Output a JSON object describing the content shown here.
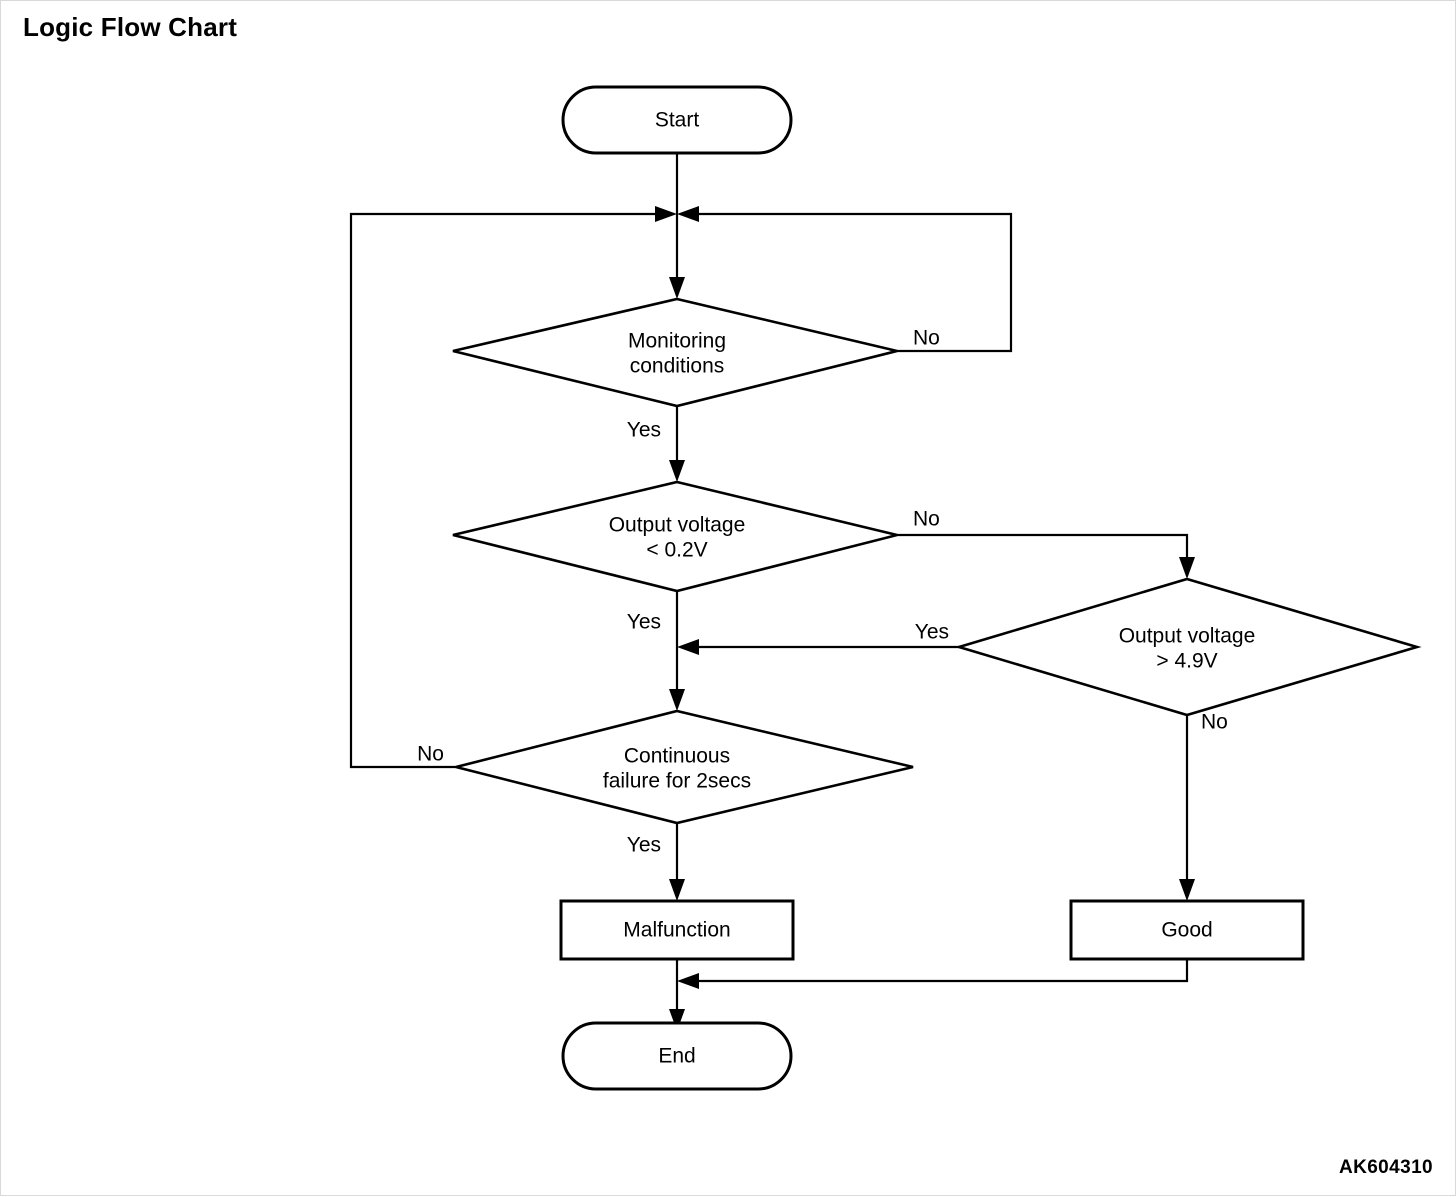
{
  "page": {
    "title": "Logic Flow Chart",
    "footer_code": "AK604310",
    "background_color": "#ffffff",
    "line_color": "#000000"
  },
  "chart_data": {
    "type": "diagram",
    "diagram_kind": "flowchart",
    "title": "Logic Flow Chart",
    "nodes": [
      {
        "id": "start",
        "shape": "stadium",
        "label": "Start"
      },
      {
        "id": "monitoring",
        "shape": "diamond",
        "label_line1": "Monitoring",
        "label_line2": "conditions"
      },
      {
        "id": "low_volt",
        "shape": "diamond",
        "label_line1": "Output voltage",
        "label_line2": "< 0.2V"
      },
      {
        "id": "high_volt",
        "shape": "diamond",
        "label_line1": "Output voltage",
        "label_line2": "> 4.9V"
      },
      {
        "id": "continuous",
        "shape": "diamond",
        "label_line1": "Continuous",
        "label_line2": "failure for 2secs"
      },
      {
        "id": "malfunction",
        "shape": "rectangle",
        "label": "Malfunction"
      },
      {
        "id": "good",
        "shape": "rectangle",
        "label": "Good"
      },
      {
        "id": "end",
        "shape": "stadium",
        "label": "End"
      }
    ],
    "edges": [
      {
        "from": "start",
        "to": "junction",
        "label": ""
      },
      {
        "from": "junction",
        "to": "monitoring",
        "label": ""
      },
      {
        "from": "monitoring",
        "to": "junction",
        "label": "No"
      },
      {
        "from": "monitoring",
        "to": "low_volt",
        "label": "Yes"
      },
      {
        "from": "low_volt",
        "to": "high_volt",
        "label": "No"
      },
      {
        "from": "low_volt",
        "to": "continuous",
        "label": "Yes"
      },
      {
        "from": "high_volt",
        "to": "continuous",
        "label": "Yes"
      },
      {
        "from": "high_volt",
        "to": "good",
        "label": "No"
      },
      {
        "from": "continuous",
        "to": "junction",
        "label": "No"
      },
      {
        "from": "continuous",
        "to": "malfunction",
        "label": "Yes"
      },
      {
        "from": "malfunction",
        "to": "end",
        "label": ""
      },
      {
        "from": "good",
        "to": "end",
        "label": ""
      }
    ]
  },
  "labels": {
    "start": "Start",
    "monitoring_l1": "Monitoring",
    "monitoring_l2": "conditions",
    "monitoring_no": "No",
    "monitoring_yes": "Yes",
    "low_volt_l1": "Output voltage",
    "low_volt_l2": "< 0.2V",
    "low_volt_no": "No",
    "low_volt_yes": "Yes",
    "high_volt_l1": "Output voltage",
    "high_volt_l2": "> 4.9V",
    "high_volt_yes": "Yes",
    "high_volt_no": "No",
    "continuous_l1": "Continuous",
    "continuous_l2": "failure for 2secs",
    "continuous_no": "No",
    "continuous_yes": "Yes",
    "malfunction": "Malfunction",
    "good": "Good",
    "end": "End"
  }
}
